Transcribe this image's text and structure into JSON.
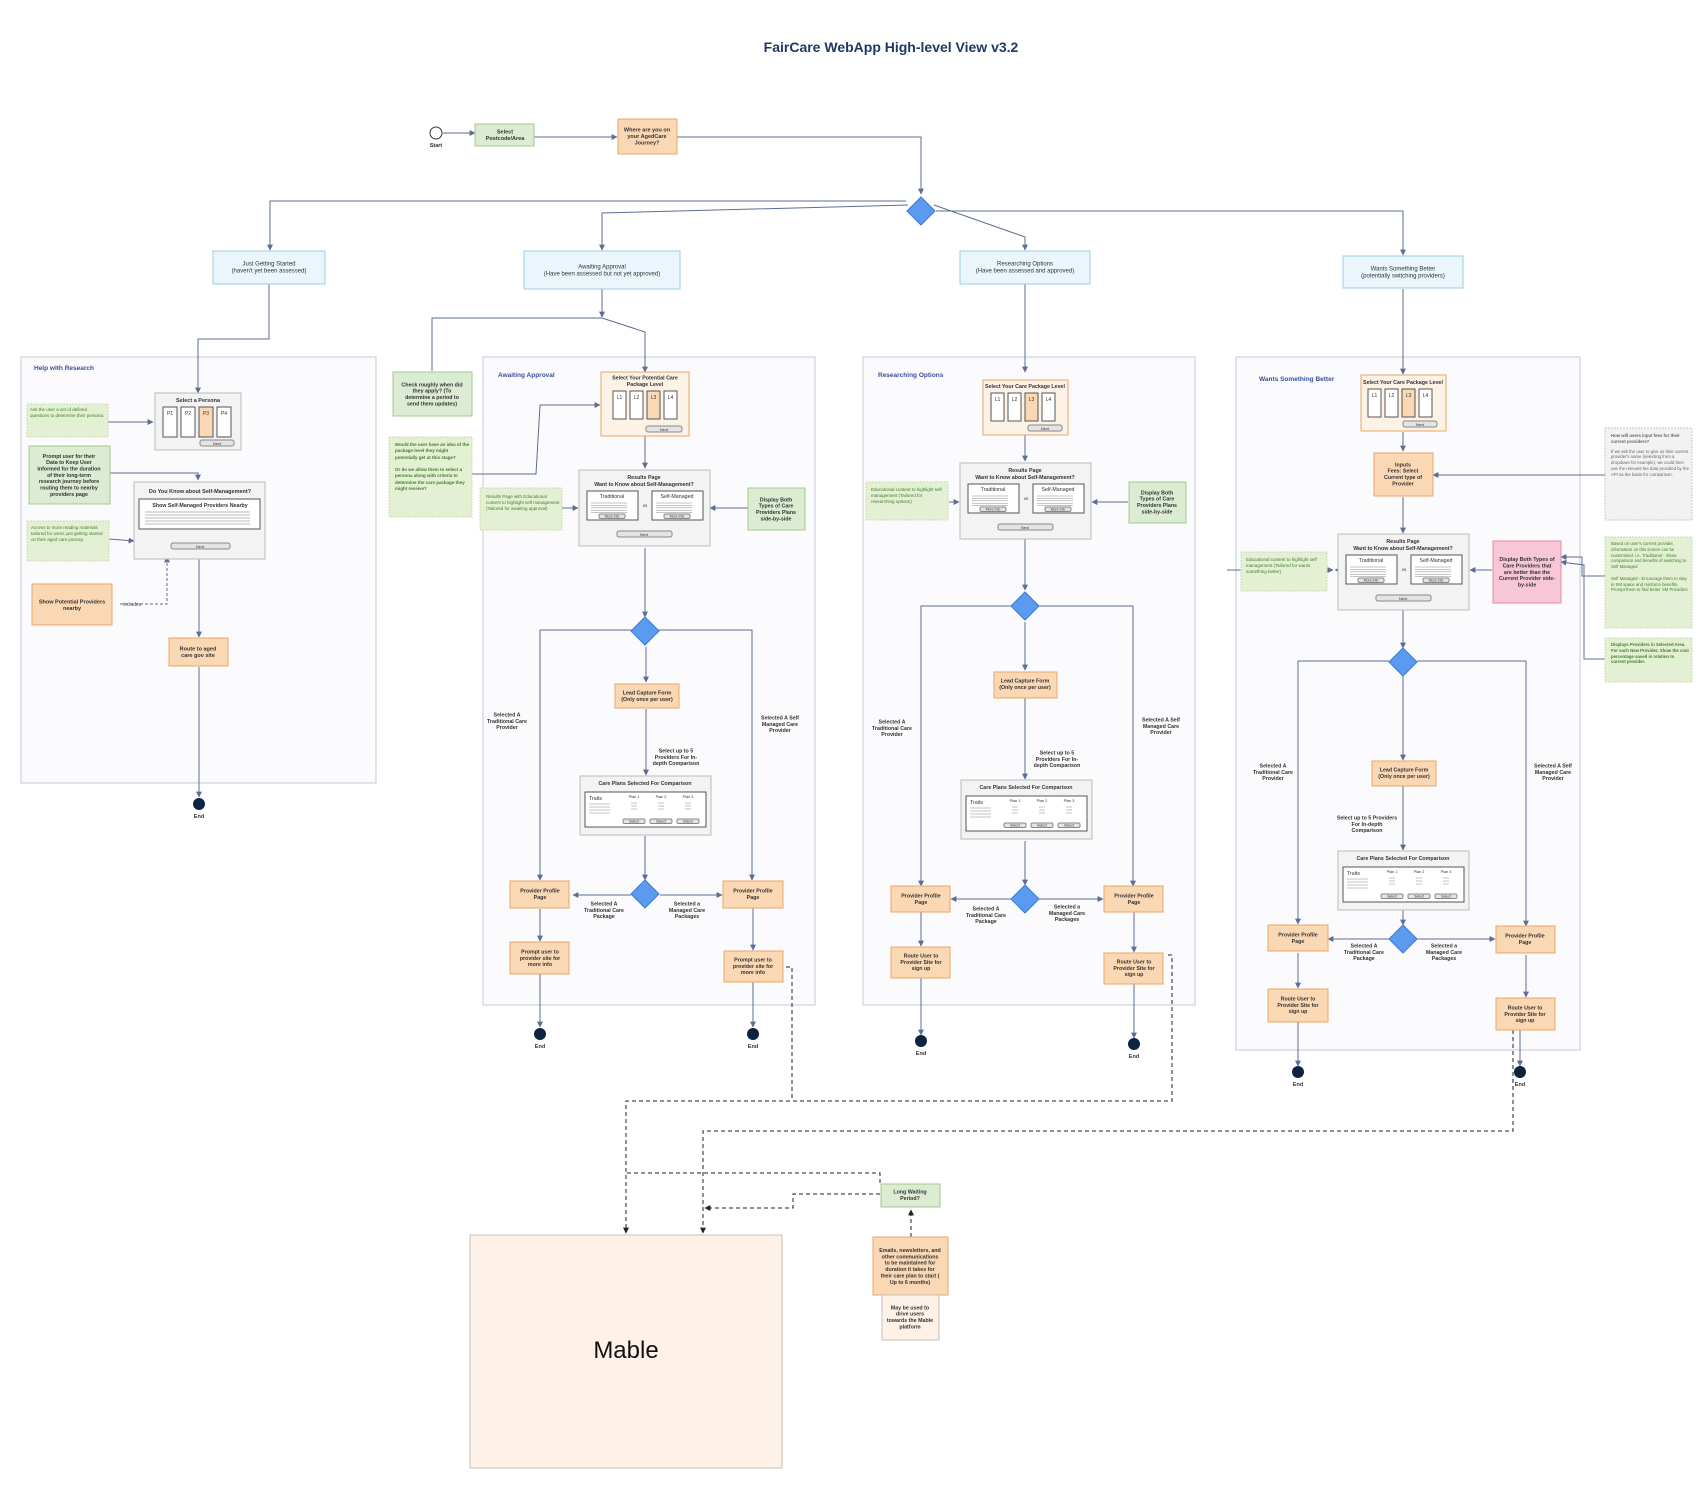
{
  "title": "FairCare WebApp High-level View v3.2",
  "colors": {
    "orange_fill": "#fbd8b4",
    "orange_stroke": "#e8a768",
    "green_fill": "#dcecd2",
    "green_stroke": "#a3c98f",
    "note_fill": "#e4f0d3",
    "note_text": "#3f7d2d",
    "blue_fill": "#eaf6fc",
    "blue_stroke": "#9bcde6",
    "diamond": "#5b9bef",
    "pink_fill": "#f7c7d8",
    "pink_stroke": "#e08aa8",
    "line": "#5d6d96",
    "dark": "#0d2340",
    "lane_stroke": "#c5c9d6",
    "lane_fill": "#fbfbfd"
  },
  "top": {
    "start": "Start",
    "select_postcode": "Select\nPostcode/Area",
    "where_journey": "Where are you on\nyour AgedCare\nJourney?"
  },
  "categories": {
    "just": "Just Getting Started\n(haven't yet been assessed)",
    "awaiting": "Awaiting Approval\n(Have been assessed but not yet approved)",
    "researching": "Researching Options\n(Have been assessed and approved)",
    "better": "Wants Something Better\n(potentially switching providers)"
  },
  "lanes": {
    "help": "Help with Research",
    "awaiting": "Awaiting Approval",
    "researching": "Researching Options",
    "better": "Wants Something Better"
  },
  "help": {
    "persona_title": "Select a Persona",
    "personas": [
      "P1",
      "P2",
      "P3",
      "P4"
    ],
    "next": "Next",
    "selfmgmt_title": "Do You Know about Self-Management?",
    "selfmgmt_sub": "Show Self-Managed Providers Nearby",
    "note_ask": "Ask the user a set of defined questions to determine their persona.",
    "prompt_box": "Prompt user for their\nData to Keep User\nInformed for the duration\nof their long-term\nresearch journey before\nrouting them to nearby\nproviders page",
    "note_access": "Access to more reading materials tailored for users just getting started on their aged care journey.",
    "show_providers": "Show Potential Providers\nnearby",
    "includes": "includes",
    "route": "Route to aged\ncare gov site",
    "end": "End"
  },
  "common": {
    "levels": [
      "L1",
      "L2",
      "L3",
      "L4"
    ],
    "select_level": "Select Your Potential Care\nPackage Level",
    "select_level_plain": "Select Your Care Package Level",
    "results_title": "Results Page",
    "results_sub": "Want to Know about Self-Management?",
    "traditional": "Traditional",
    "self_managed": "Self-Managed",
    "vs": "vs",
    "more_info": "More Info",
    "next": "Next",
    "display_both": "Display Both\nTypes of Care\nProviders Plans\nside-by-side",
    "lead_form": "Lead Capture Form\n(Only once per user)",
    "care_plans_title": "Care Plans Selected For Comparison",
    "traits": "Traits",
    "plans": [
      "Plan 1",
      "Plan 2",
      "Plan 3"
    ],
    "select": "Select",
    "sel_trad_provider": "Selected A\nTraditional Care\nProvider",
    "sel_self_provider": "Selected A Self\nManaged Care\nProvider",
    "select_up_to": "Select up to 5\nProviders For In-\ndepth Comparison",
    "select_up_to_b": "Select up to 5 Providers\nFor In-depth\nComparison",
    "provider_profile": "Provider Profile\nPage",
    "sel_trad_package": "Selected A\nTraditional Care\nPackage",
    "sel_managed_packages": "Selected a\nManaged Care\nPackages",
    "prompt_more": "Prompt user to\nprovider site for\nmore info",
    "route_signup": "Route User to\nProvider Site for\nsign up",
    "end": "End"
  },
  "awaiting": {
    "check_roughly": "Check roughly when did\nthey apply? (To\ndetermine a period to\nsend them updates)",
    "note_idea": "Would the user have an idea of the package level they might potentially get at this stage?\n\nOr do we allow them to select a persona along with criteria to determine the care package they might receive?",
    "note_results": "Results Page with Educational content to highlight self management (Tailored for awaiting approval)"
  },
  "researching": {
    "note_edu": "Educational content to highlight self management (Tailored for researching options)"
  },
  "better": {
    "inputs": "Inputs\nFees: Select\nCurrent type of\nProvider",
    "note_edu": "Educational content to highlight self management (Tailored for wants something better)",
    "display_better": "Display Both Types of\nCare Providers that\nare better than the\nCurrent Provider side-\nby-side",
    "note_fees_q": "How will users input fees for their current providers?",
    "note_fees_body": "If we ask the user to give us their current provider's name (selecting from a dropdown for example), we could then use the relevant fee data provided by the API as the basis for comparison.",
    "note_based": "Based on user's current provider, information on this screen can be customised. i.e. Traditional - Show comparison and benefits of switching to Self Managed\n\nSelf Managed - Encourage them to stay in SM space and reinforce benefits. Prompt them to find better SM Providers",
    "note_displays": "Displays Providers in Selected Area. For each New Provider, Show the cost percentage saved in relation to current provider."
  },
  "bottom": {
    "mable": "Mable",
    "long_wait": "Long Waiting\nPeriod?",
    "emails": "Emails, newsletters, and\nother communications\nto be maintained for\nduration it takes for\ntheir care plan to start (\nUp to 6 months)",
    "may_be_used": "May be used to\ndrive users\ntowards the Mable\nplatform"
  }
}
